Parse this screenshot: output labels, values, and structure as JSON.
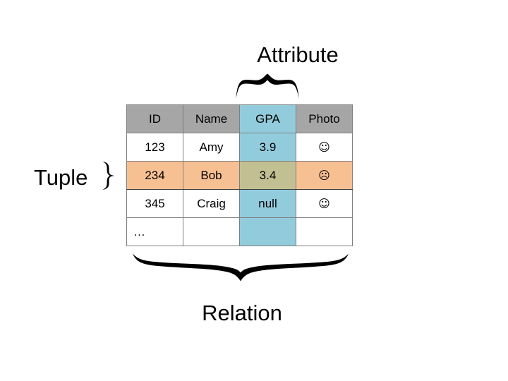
{
  "diagram": {
    "title_labels": {
      "attribute": "Attribute",
      "tuple": "Tuple",
      "relation": "Relation"
    },
    "icons": {
      "attribute_brace": "curly-brace-down-icon",
      "tuple_brace": "curly-brace-right-icon",
      "relation_brace": "curly-brace-down-wide-icon"
    },
    "colors": {
      "header_gray": "#A6A6A6",
      "column_highlight_blue": "#92CCDC",
      "row_highlight_orange": "#F7C093",
      "intersection_olive": "#C2C093",
      "grid_line": "#7F7F7F",
      "text": "#000000",
      "background": "#FFFFFF"
    }
  },
  "table": {
    "headers": [
      "ID",
      "Name",
      "GPA",
      "Photo"
    ],
    "highlighted_column_index": 2,
    "highlighted_row_index": 1,
    "rows": [
      {
        "id": "123",
        "name": "Amy",
        "gpa": "3.9",
        "photo": "☺"
      },
      {
        "id": "234",
        "name": "Bob",
        "gpa": "3.4",
        "photo": "☹"
      },
      {
        "id": "345",
        "name": "Craig",
        "gpa": "null",
        "photo": "☺"
      },
      {
        "id": "…",
        "name": "",
        "gpa": "",
        "photo": ""
      }
    ]
  }
}
